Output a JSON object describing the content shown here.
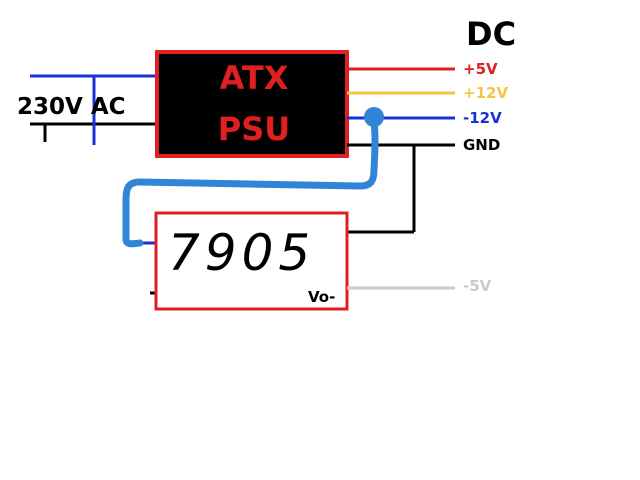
{
  "header": {
    "dc_label": "DC"
  },
  "input": {
    "label": "230V AC"
  },
  "psu": {
    "line1": "ATX",
    "line2": "PSU",
    "body_color": "#000000",
    "border_color": "#e02020",
    "text_color": "#e02020"
  },
  "outputs": [
    {
      "label": "+5V",
      "color": "#e02020"
    },
    {
      "label": "+12V",
      "color": "#f5c542"
    },
    {
      "label": "-12V",
      "color": "#1a2fd6"
    },
    {
      "label": "GND",
      "color": "#000000"
    }
  ],
  "regulator": {
    "part_number": "7905",
    "output_pin": "Vo-",
    "border_color": "#e02020"
  },
  "regulated_output": {
    "label": "-5V",
    "color": "#c8cacc"
  },
  "jumper_wire": {
    "color": "#2f86d9"
  }
}
